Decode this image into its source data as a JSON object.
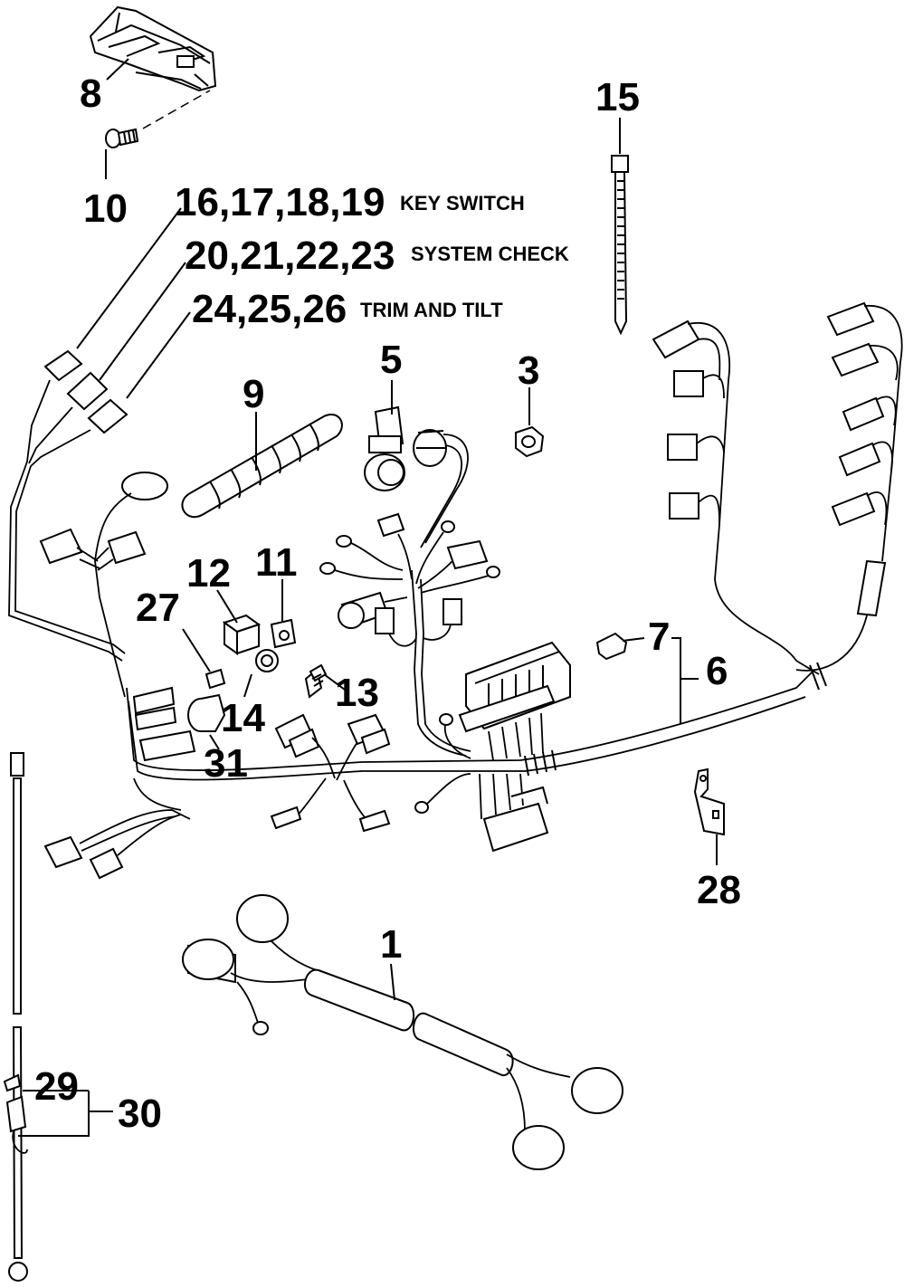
{
  "labels": {
    "p8": "8",
    "p10": "10",
    "p15": "15",
    "p16_19": "16,17,18,19",
    "p16_19_desc": "KEY SWITCH",
    "p20_23": "20,21,22,23",
    "p20_23_desc": "SYSTEM CHECK",
    "p24_26": "24,25,26",
    "p24_26_desc": "TRIM AND TILT",
    "p5": "5",
    "p3": "3",
    "p9": "9",
    "p12": "12",
    "p11": "11",
    "p27": "27",
    "p7": "7",
    "p6": "6",
    "p13": "13",
    "p14": "14",
    "p31": "31",
    "p28": "28",
    "p1": "1",
    "p29": "29",
    "p30": "30"
  },
  "colors": {
    "ink": "#000000",
    "paper": "#ffffff"
  }
}
